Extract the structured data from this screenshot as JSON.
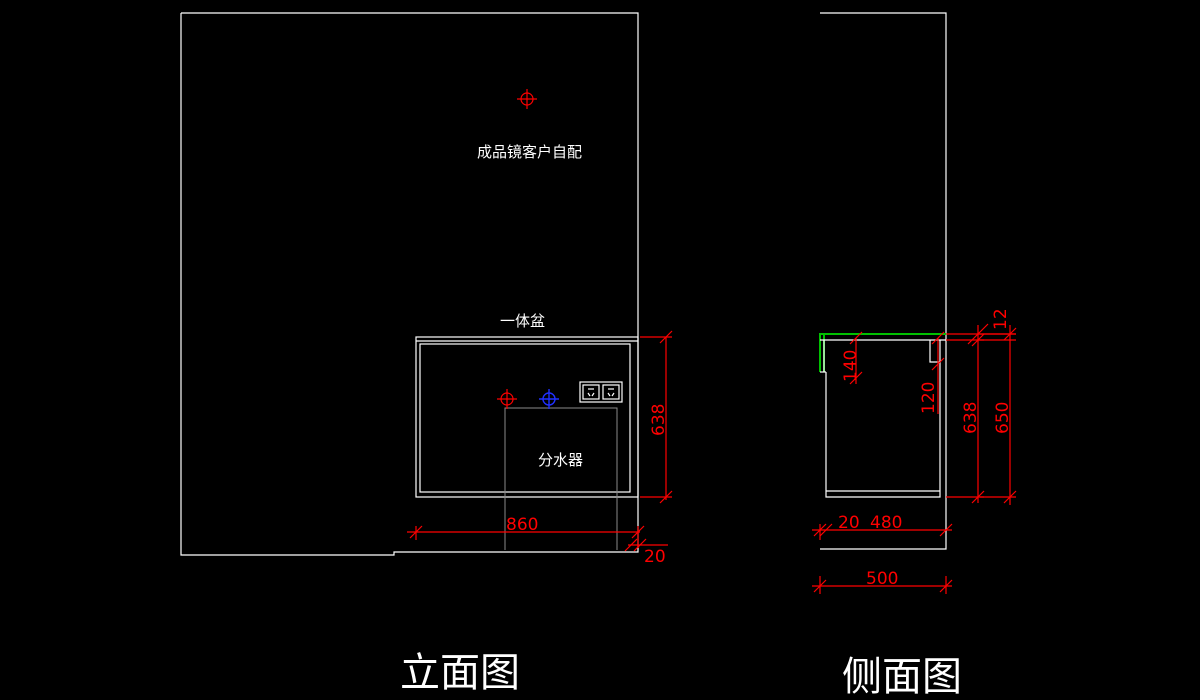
{
  "views": {
    "front": {
      "title": "立面图",
      "mirror_label": "成品镜客户自配",
      "basin_label": "一体盆",
      "diverter_label": "分水器",
      "dim_width": "860",
      "dim_height": "638",
      "dim_offset": "20"
    },
    "side": {
      "title": "侧面图",
      "dim_top_thickness": "12",
      "dim_back_panel": "140",
      "dim_front_panel": "120",
      "dim_inner_height": "638",
      "dim_total_height": "650",
      "dim_gap": "20",
      "dim_inner_depth": "480",
      "dim_total_depth": "500"
    }
  },
  "colors": {
    "background": "#000000",
    "outline": "#ffffff",
    "dimension": "#ff0000",
    "countertop_edge": "#00c000",
    "marker_blue": "#2030ff"
  },
  "icons": [
    "crosshair-marker",
    "double-outlet-socket"
  ]
}
